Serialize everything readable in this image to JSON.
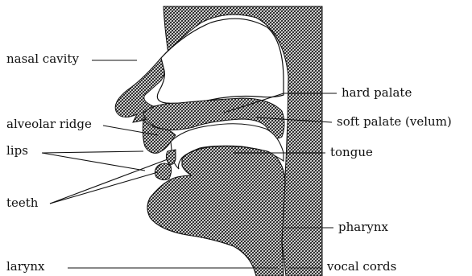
{
  "diagram": {
    "labels": {
      "nasal_cavity": "nasal cavity",
      "alveolar_ridge": "alveolar ridge",
      "lips": "lips",
      "teeth": "teeth",
      "larynx": "larynx",
      "hard_palate": "hard palate",
      "soft_palate": "soft palate (velum)",
      "tongue": "tongue",
      "pharynx": "pharynx",
      "vocal_cords": "vocal cords"
    }
  },
  "colors": {
    "ink": "#111111",
    "hatch": "#1c1c1c",
    "background": "#ffffff"
  }
}
